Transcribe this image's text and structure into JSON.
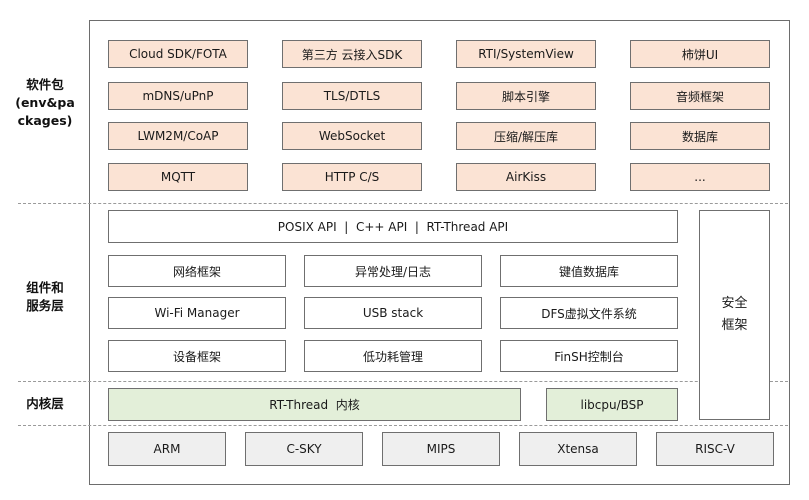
{
  "layers": {
    "packages": {
      "label_lines": [
        "软件包",
        "(env&pa",
        "ckages)"
      ]
    },
    "components": {
      "label_lines": [
        "组件和",
        "服务层"
      ]
    },
    "kernel": {
      "label": "内核层"
    }
  },
  "packages": [
    "Cloud SDK/FOTA",
    "第三方 云接入SDK",
    "RTI/SystemView",
    "柿饼UI",
    "mDNS/uPnP",
    "TLS/DTLS",
    "脚本引擎",
    "音频框架",
    "LWM2M/CoAP",
    "WebSocket",
    "压缩/解压库",
    "数据库",
    "MQTT",
    "HTTP C/S",
    "AirKiss",
    "..."
  ],
  "api_bar": "POSIX API  |  C++ API  |  RT-Thread API",
  "services": [
    "网络框架",
    "异常处理/日志",
    "键值数据库",
    "Wi-Fi Manager",
    "USB stack",
    "DFS虚拟文件系统",
    "设备框架",
    "低功耗管理",
    "FinSH控制台"
  ],
  "security": {
    "lines": [
      "安全",
      "框架"
    ]
  },
  "kernel": {
    "core": "RT-Thread  内核",
    "bsp": "libcpu/BSP"
  },
  "architectures": [
    "ARM",
    "C-SKY",
    "MIPS",
    "Xtensa",
    "RISC-V"
  ],
  "colors": {
    "package_fill": "#fbe3d4",
    "kernel_fill": "#e3efd9",
    "arch_fill": "#efefef"
  }
}
